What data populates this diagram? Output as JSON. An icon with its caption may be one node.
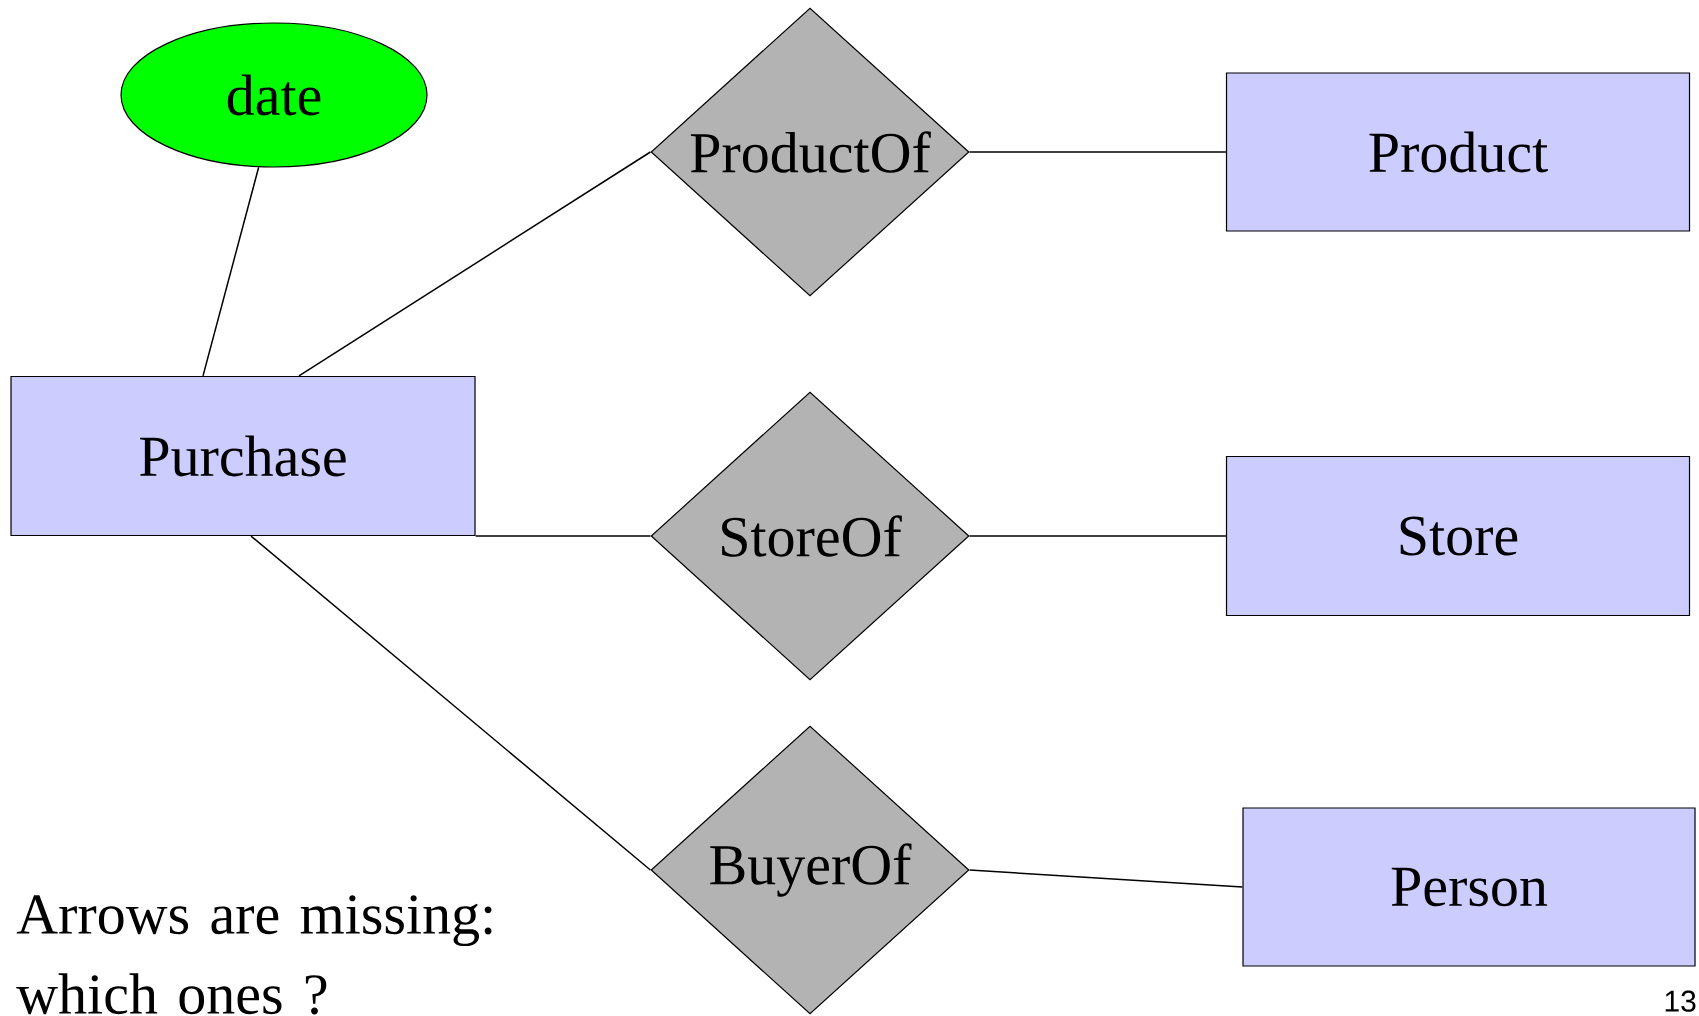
{
  "diagram": {
    "nodes": [
      {
        "text": [
          "date"
        ]
      },
      {
        "text": [
          "ProductOf"
        ]
      },
      {
        "text": [
          "Product"
        ]
      },
      {
        "text": [
          "Purchase"
        ]
      },
      {
        "text": [
          "StoreOf"
        ]
      },
      {
        "text": [
          "Store"
        ]
      },
      {
        "text": [
          "BuyerOf"
        ]
      },
      {
        "text": [
          "Person"
        ]
      }
    ],
    "edges": [
      {
        "from": 0,
        "to": 3,
        "arrow": "none"
      },
      {
        "from": 3,
        "to": 1,
        "arrow": "none"
      },
      {
        "from": 1,
        "to": 2,
        "arrow": "none"
      },
      {
        "from": 3,
        "to": 4,
        "arrow": "none"
      },
      {
        "from": 4,
        "to": 5,
        "arrow": "none"
      },
      {
        "from": 3,
        "to": 6,
        "arrow": "none"
      },
      {
        "from": 6,
        "to": 7,
        "arrow": "none"
      }
    ],
    "labels": [
      "Arrows are missing: which ones ?",
      "13"
    ]
  }
}
